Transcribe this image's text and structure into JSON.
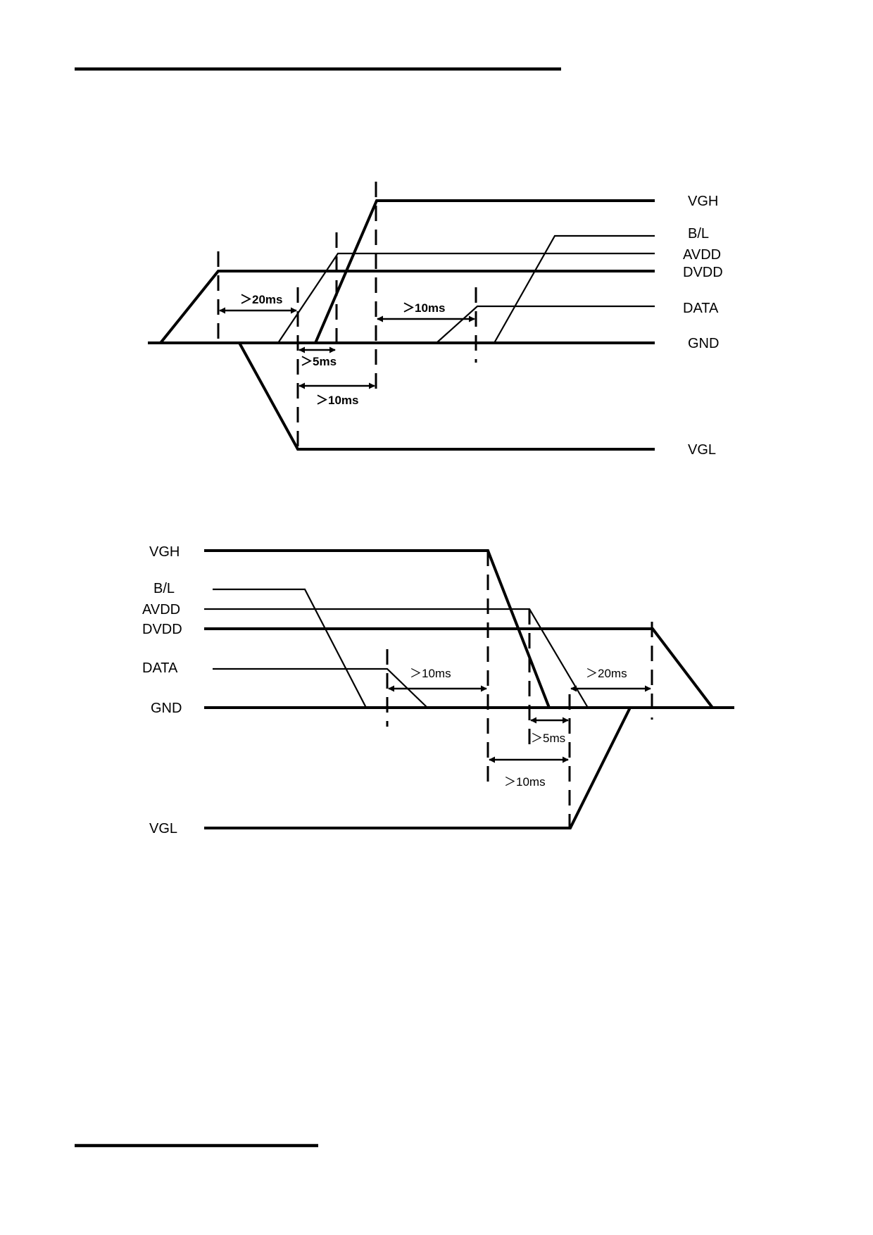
{
  "power_on": {
    "signal_labels": {
      "vgh": "VGH",
      "bl": "B/L",
      "avdd": "AVDD",
      "dvdd": "DVDD",
      "data": "DATA",
      "gnd": "GND",
      "vgl": "VGL"
    },
    "timing_labels": {
      "dvdd_to_vgl": "＞20ms",
      "vgl_to_avdd": "＞5ms",
      "vgl_to_vgh": "＞10ms",
      "vgh_to_data": "＞10ms"
    }
  },
  "power_off": {
    "signal_labels": {
      "vgh": "VGH",
      "bl": "B/L",
      "avdd": "AVDD",
      "dvdd": "DVDD",
      "data": "DATA",
      "gnd": "GND",
      "vgl": "VGL"
    },
    "timing_labels": {
      "data_to_vgh": "＞10ms",
      "avdd_to_vgl": "＞5ms",
      "vgh_to_vgl": "＞10ms",
      "vgl_to_dvdd": "＞20ms"
    }
  }
}
